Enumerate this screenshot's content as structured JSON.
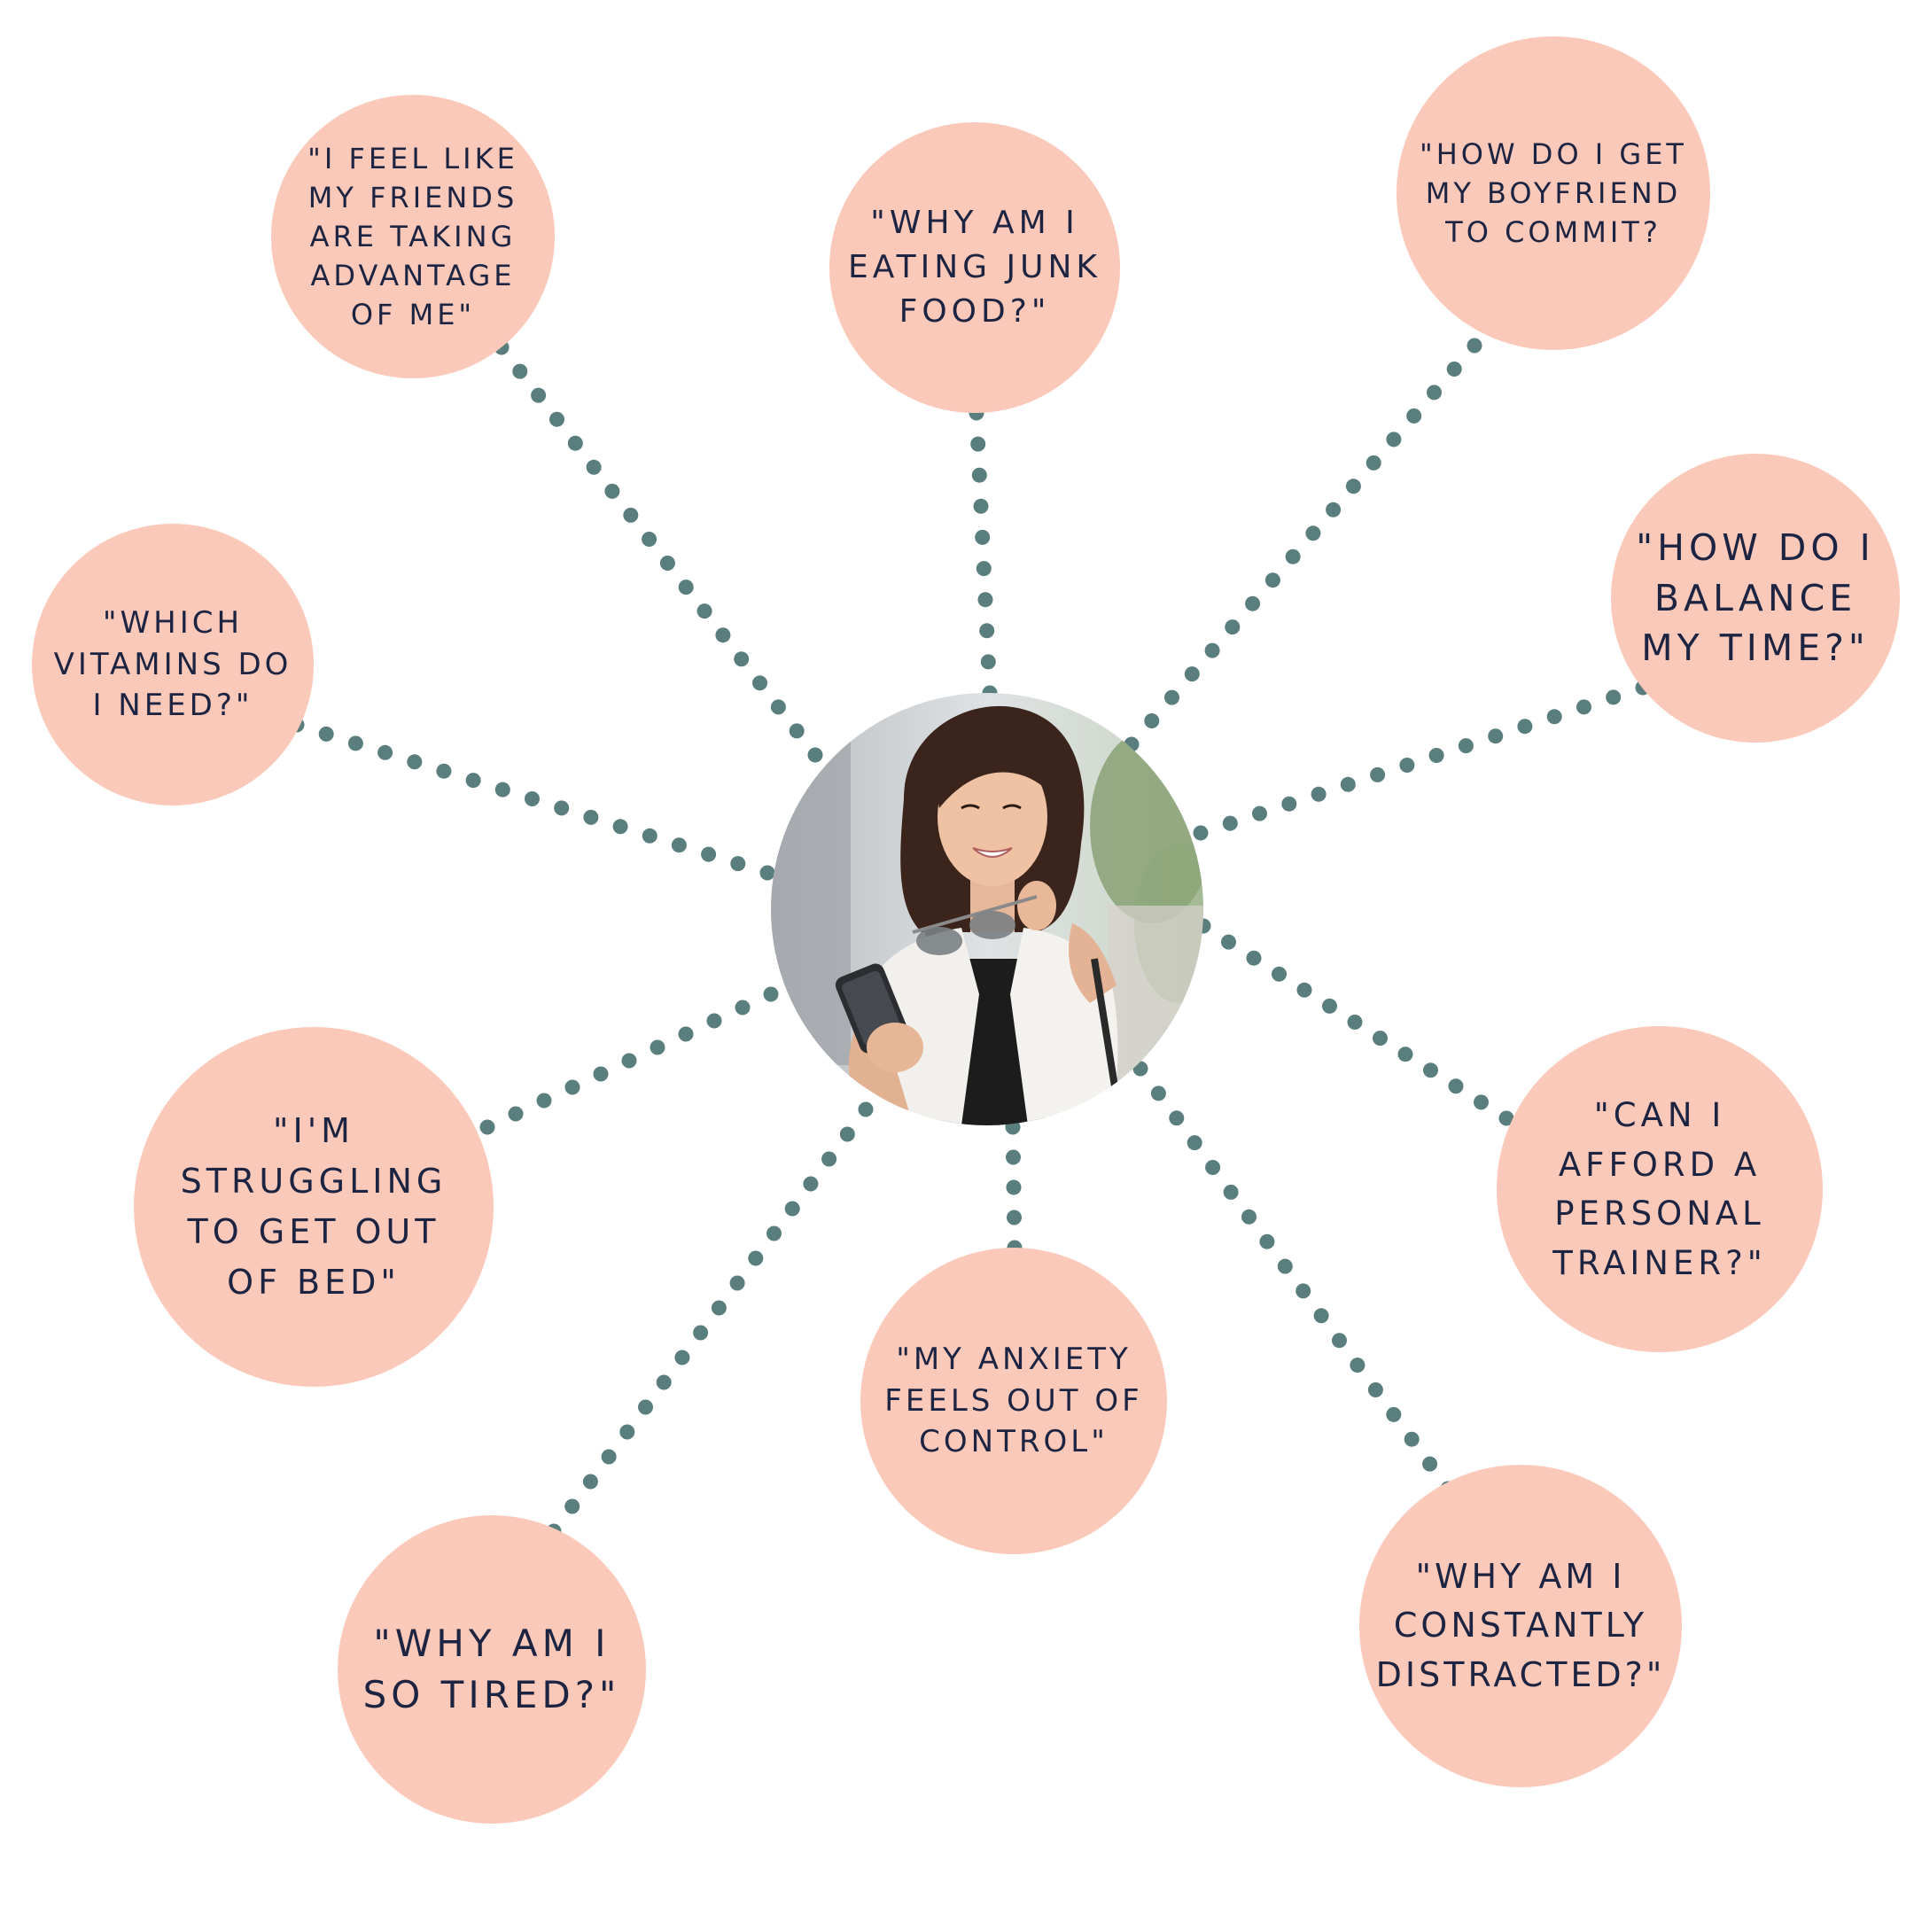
{
  "diagram": {
    "colors": {
      "bubble_fill": "#fbc9b9",
      "text": "#1d2442",
      "connector_dots": "#5a7d7d",
      "background": "#ffffff"
    },
    "center": {
      "icon": "woman-with-phone-photo"
    },
    "bubbles": [
      {
        "text": "\"I feel like\nmy friends\nare taking\nadvantage\nof me\""
      },
      {
        "text": "\"Why am I\neating junk\nfood?\""
      },
      {
        "text": "\"How do I get\nmy boyfriend\nto commit?"
      },
      {
        "text": "\"How do I\nbalance\nmy time?\""
      },
      {
        "text": "\"Which\nvitamins do\nI need?\""
      },
      {
        "text": "\"I'm\nstruggling\nto get out\nof bed\""
      },
      {
        "text": "\"My anxiety\nfeels out of\ncontrol\""
      },
      {
        "text": "\"Can I\nafford a\npersonal\ntrainer?\""
      },
      {
        "text": "\"Why am I\nso tired?\""
      },
      {
        "text": "\"Why am I\nconstantly\ndistracted?\""
      }
    ]
  }
}
